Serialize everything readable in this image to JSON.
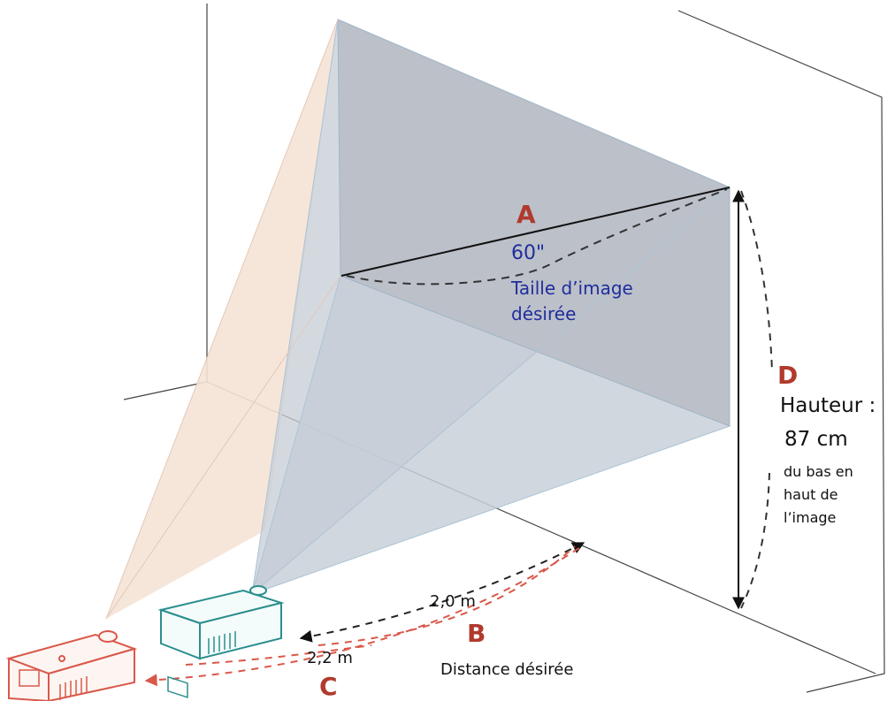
{
  "colors": {
    "screen": "#bcc0c9",
    "throw": "#cfd6de",
    "beam_near": "#f3e0d2",
    "red": "#b03a2e",
    "blue": "#1f2e9c",
    "black": "#111111",
    "teal": "#2b8e8e",
    "orange": "#d9584a"
  },
  "labels": {
    "a_letter": "A",
    "a_size": "60\"",
    "a_caption_line1": "Taille d’image",
    "a_caption_line2": "désirée",
    "d_letter": "D",
    "d_title": "Hauteur :",
    "d_value": "87 cm",
    "d_caption_line1": "du bas en",
    "d_caption_line2": "haut de",
    "d_caption_line3": "l’image",
    "b_distance": "2,0 m",
    "b_letter": "B",
    "b_caption": "Distance désirée",
    "c_distance": "2,2 m",
    "c_letter": "C"
  },
  "icons": {
    "near_projector": "projector-icon",
    "far_projector": "projector-icon"
  }
}
